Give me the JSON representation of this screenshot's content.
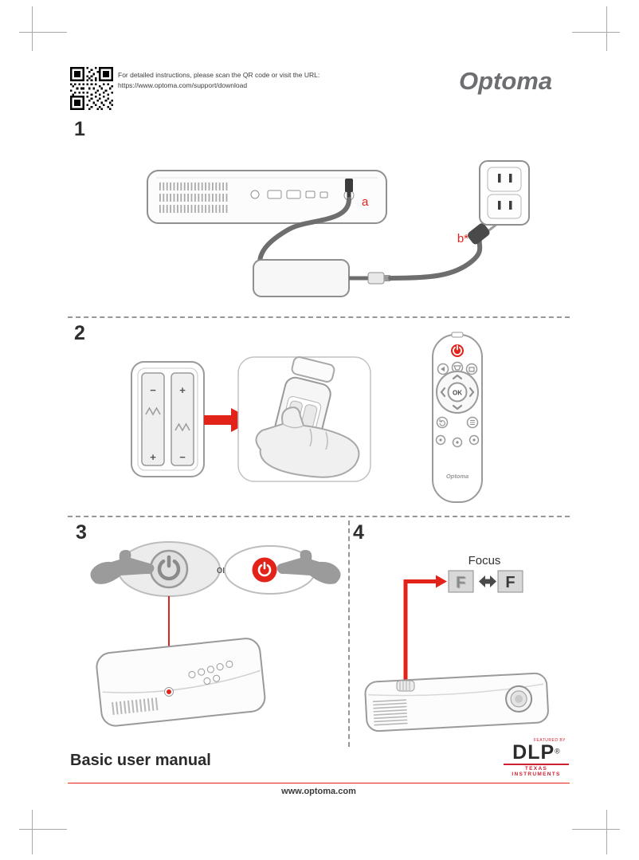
{
  "header": {
    "instruction_line1": "For detailed instructions, please scan the QR code or visit the URL:",
    "instruction_line2": "https://www.optoma.com/support/download",
    "brand": "Optoma"
  },
  "steps": {
    "one": {
      "number": "1",
      "label_a": "a",
      "label_b": "b*"
    },
    "two": {
      "number": "2",
      "plus": "+",
      "minus": "−"
    },
    "three": {
      "number": "3",
      "or": "or"
    },
    "four": {
      "number": "4",
      "focus": "Focus",
      "f": "F"
    }
  },
  "remote": {
    "ok": "OK",
    "brand": "Optoma"
  },
  "footer": {
    "title": "Basic user manual",
    "website": "www.optoma.com",
    "dlp_featured": "FEATURED BY",
    "dlp_name": "DLP",
    "dlp_reg": "®",
    "dlp_company": "TEXAS INSTRUMENTS"
  },
  "colors": {
    "accent": "#e2231a"
  }
}
